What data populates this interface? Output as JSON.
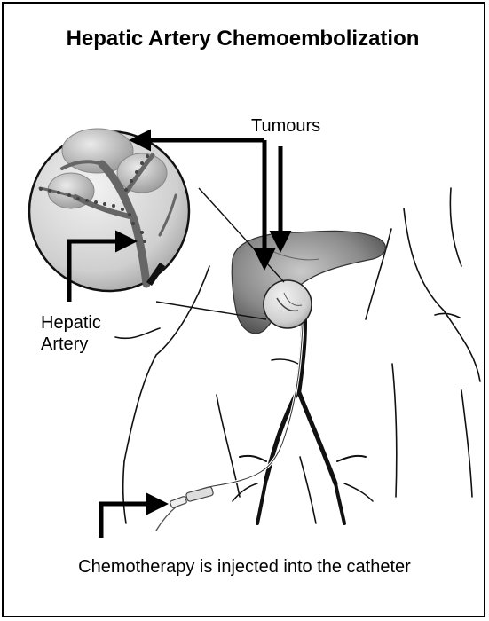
{
  "title": "Hepatic Artery Chemoembolization",
  "labels": {
    "tumours": "Tumours",
    "hepatic_artery_line1": "Hepatic",
    "hepatic_artery_line2": "Artery",
    "caption": "Chemotherapy is injected into the catheter"
  }
}
